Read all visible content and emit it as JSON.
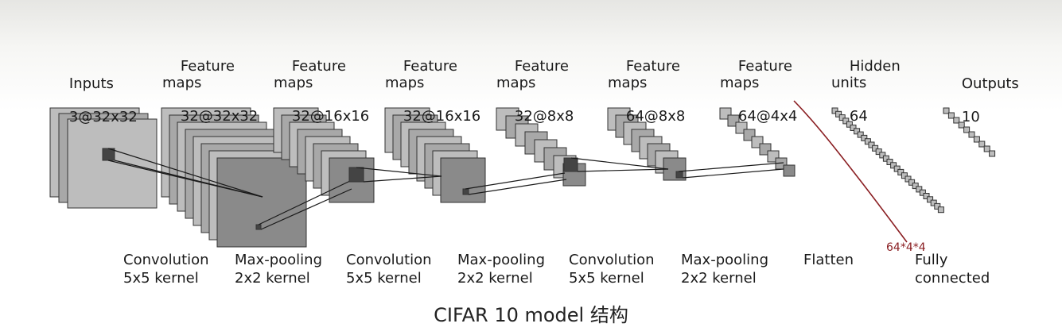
{
  "layers": [
    {
      "title": "Inputs",
      "size": "3@32x32"
    },
    {
      "title": "Feature\nmaps",
      "size": "32@32x32"
    },
    {
      "title": "Feature\nmaps",
      "size": "32@16x16"
    },
    {
      "title": "Feature\nmaps",
      "size": "32@16x16"
    },
    {
      "title": "Feature\nmaps",
      "size": "32@8x8"
    },
    {
      "title": "Feature\nmaps",
      "size": "64@8x8"
    },
    {
      "title": "Feature\nmaps",
      "size": "64@4x4"
    },
    {
      "title": "Hidden\nunits",
      "size": "64"
    },
    {
      "title": "Outputs",
      "size": "10"
    }
  ],
  "operations": [
    "Convolution\n5x5 kernel",
    "Max-pooling\n2x2 kernel",
    "Convolution\n5x5 kernel",
    "Max-pooling\n2x2 kernel",
    "Convolution\n5x5 kernel",
    "Max-pooling\n2x2 kernel",
    "Flatten",
    "Fully\nconnected"
  ],
  "annotation": "64*4*4",
  "caption": "CIFAR 10 model 结构",
  "colors": {
    "annotation": "#8a1e22",
    "light_map": "#bdbdbd",
    "mid_map": "#9a9a9a",
    "dark_map": "#7a7a7a"
  }
}
